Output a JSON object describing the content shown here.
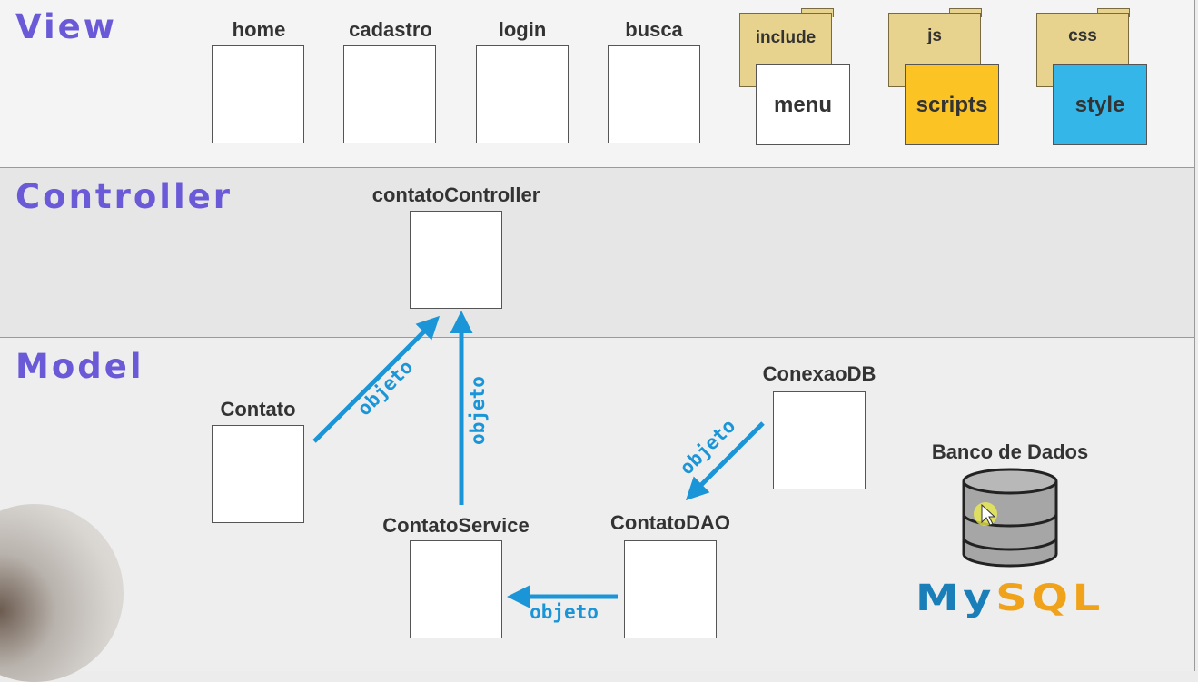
{
  "layers": {
    "view": "View",
    "controller": "Controller",
    "model": "Model"
  },
  "view": {
    "pages": [
      "home",
      "cadastro",
      "login",
      "busca"
    ],
    "folders": [
      {
        "folder": "include",
        "file": "menu",
        "color": "#ffffff"
      },
      {
        "folder": "js",
        "file": "scripts",
        "color": "#fbc324"
      },
      {
        "folder": "css",
        "file": "style",
        "color": "#34b7e8"
      }
    ]
  },
  "controller": {
    "component": "contatoController"
  },
  "model": {
    "contato": "Contato",
    "service": "ContatoService",
    "dao": "ContatoDAO",
    "conexao": "ConexaoDB",
    "database_label": "Banco de Dados",
    "mysql_logo": "MySQL"
  },
  "arrows": {
    "label": "objeto",
    "color": "#1a95d8"
  }
}
